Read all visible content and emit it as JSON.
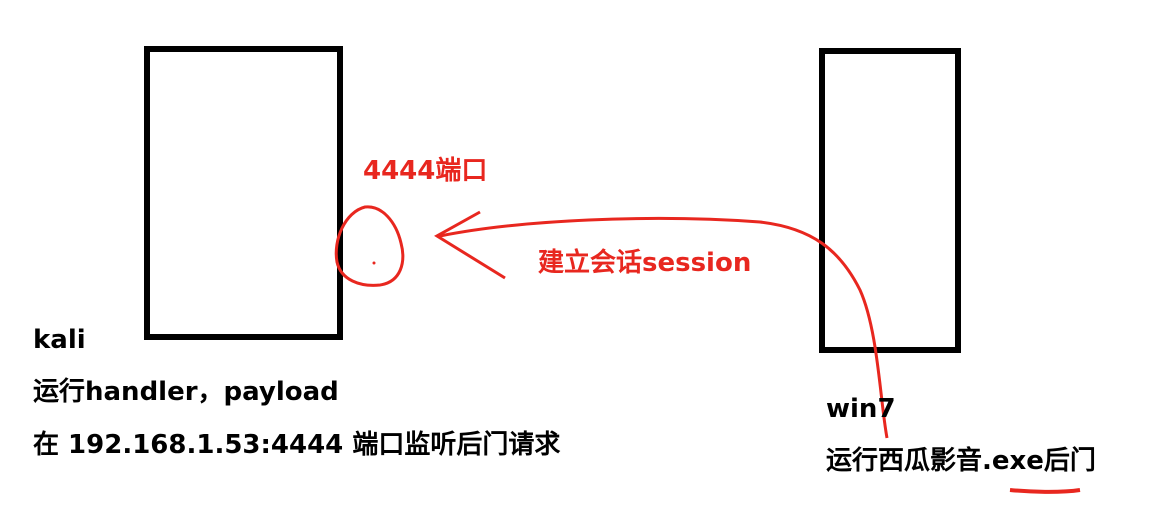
{
  "kali": {
    "name": "kali",
    "line1": "运行handler，payload",
    "line2": "在 192.168.1.53:4444 端口监听后门请求"
  },
  "win7": {
    "name": "win7",
    "line1": "运行西瓜影音.exe后门"
  },
  "connection": {
    "port_label": "4444端口",
    "session_label": "建立会话session"
  },
  "colors": {
    "annotation": "#e8271f",
    "box": "#000000",
    "text": "#000000"
  }
}
